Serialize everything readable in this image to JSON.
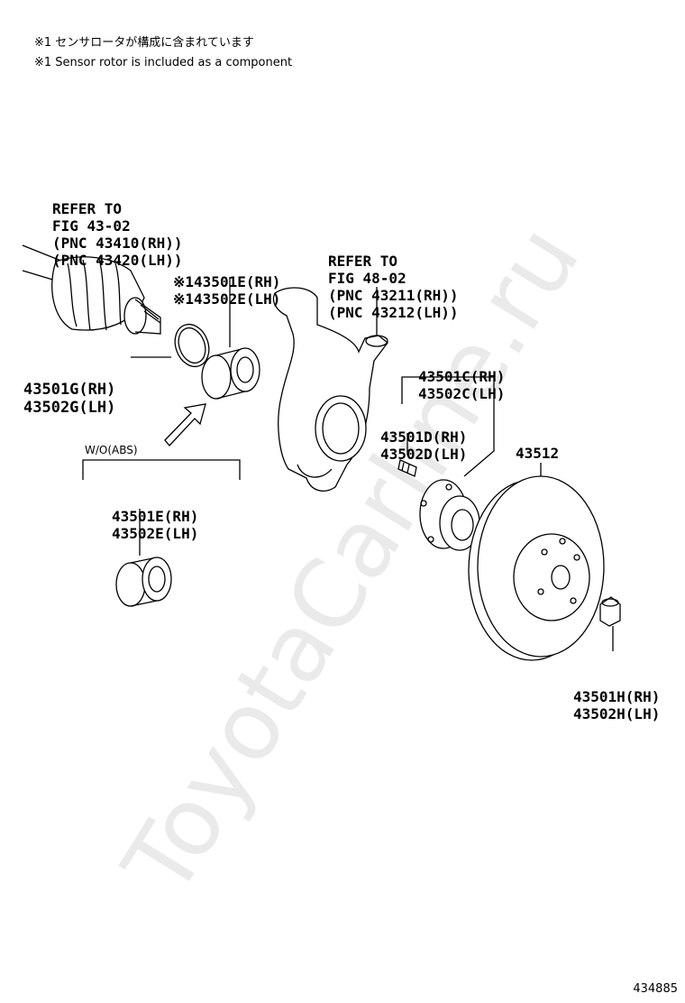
{
  "notes": {
    "jp": "※1 センサロータが構成に含まれています",
    "en": "※1 Sensor rotor is included as a component"
  },
  "refer_driveshaft": [
    "REFER TO",
    "FIG 43-02",
    "(PNC 43410(RH))",
    "(PNC 43420(LH))"
  ],
  "refer_knuckle": [
    "REFER TO",
    "FIG 48-02",
    "(PNC 43211(RH))",
    "(PNC 43212(LH))"
  ],
  "bearing_with_rotor": [
    "※143501E(RH)",
    "※143502E(LH)"
  ],
  "snap_ring": [
    "43501G(RH)",
    "43502G(LH)"
  ],
  "hub": [
    "43501C(RH)",
    "43502C(LH)"
  ],
  "hub_bolt": [
    "43501D(RH)",
    "43502D(LH)"
  ],
  "disc": "43512",
  "hub_nut": [
    "43501H(RH)",
    "43502H(LH)"
  ],
  "wo_abs_label": "W/O(ABS)",
  "bearing_wo_abs": [
    "43501E(RH)",
    "43502E(LH)"
  ],
  "watermark": "ToyotaCarline.ru",
  "image_id": "434885"
}
